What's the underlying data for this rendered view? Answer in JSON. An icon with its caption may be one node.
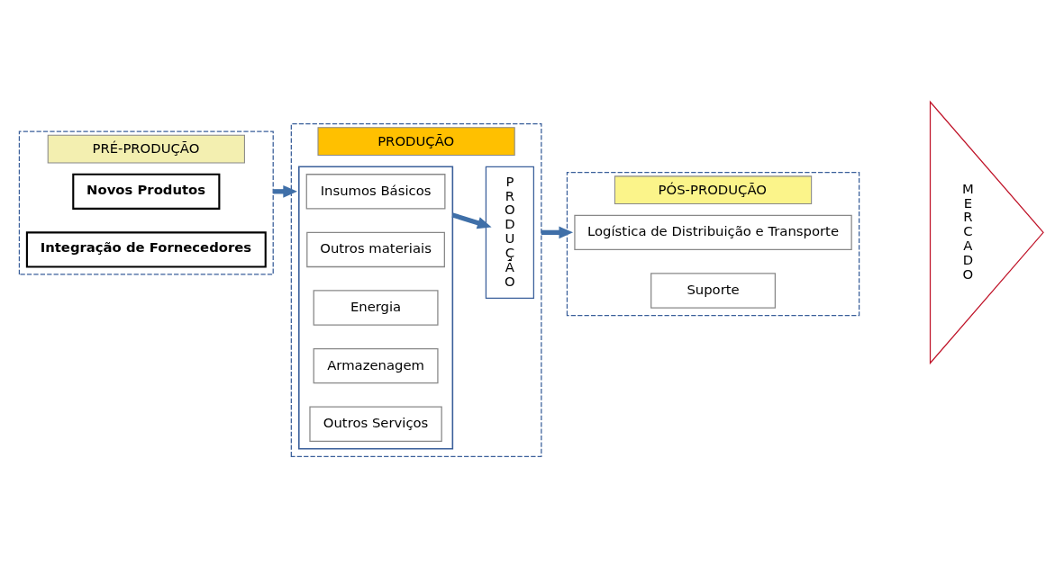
{
  "diagram": {
    "nodes": [
      {
        "text": [
          "PRÉ-PRODUÇÃO"
        ]
      },
      {
        "text": [
          "Novos Produtos"
        ],
        "in": 0
      },
      {
        "text": [
          "Integração de Fornecedores"
        ],
        "in": 0
      },
      {
        "text": [
          "PRODUÇÃO"
        ]
      },
      {
        "text": [],
        "shape": "box",
        "in": 3
      },
      {
        "text": [
          "Insumos Básicos"
        ],
        "in": 4
      },
      {
        "text": [
          "Outros materiais"
        ],
        "in": 4
      },
      {
        "text": [
          "Energia"
        ],
        "in": 4
      },
      {
        "text": [
          "Armazenagem"
        ],
        "in": 4
      },
      {
        "text": [
          "Outros Serviços"
        ],
        "in": 4
      },
      {
        "text": [
          "P R O D U Ç Ã O"
        ],
        "in": 3
      },
      {
        "text": [
          "PÓS-PRODUÇÃO"
        ]
      },
      {
        "text": [
          "Logística de Distribuição e Transporte"
        ],
        "in": 11
      },
      {
        "text": [
          "Suporte"
        ],
        "in": 11
      },
      {
        "text": [
          "M E R C A D O"
        ]
      }
    ],
    "edges": [
      {
        "from": 0,
        "to": 3,
        "arrow": "to"
      },
      {
        "from": 4,
        "to": 10,
        "arrow": "to"
      },
      {
        "from": 3,
        "to": 11,
        "arrow": "to"
      }
    ]
  }
}
